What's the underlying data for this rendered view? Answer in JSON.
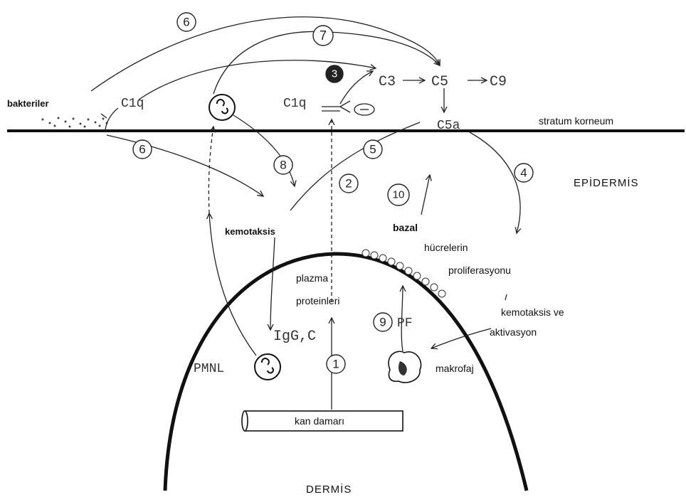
{
  "labels": {
    "bacteria": "bakteriler",
    "c1q_left": "C1q",
    "c1q_mid": "C1q",
    "c3": "C3",
    "c5": "C5",
    "c9": "C9",
    "c5a": "C5a",
    "stratum": "stratum korneum",
    "epidermis": "EPİDERMİS",
    "dermis": "DERMİS",
    "chemotaxis": "kemotaksis",
    "basal": "bazal",
    "cells": "hücrelerin",
    "proliferation": "proliferasyonu",
    "plasma": "plazma",
    "proteins": "proteinleri",
    "igg": "IgG,C",
    "pmnl": "PMNL",
    "pf": "PF",
    "chemo_activation_1": "kemotaksis ve",
    "chemo_activation_2": "aktivasyon",
    "macrophage": "makrofaj",
    "blood_vessel": "kan damarı"
  },
  "steps": {
    "s1": "1",
    "s2": "2",
    "s3": "3",
    "s4": "4",
    "s5": "5",
    "s6a": "6",
    "s6b": "6",
    "s7": "7",
    "s8": "8",
    "s9": "9",
    "s10": "10"
  }
}
